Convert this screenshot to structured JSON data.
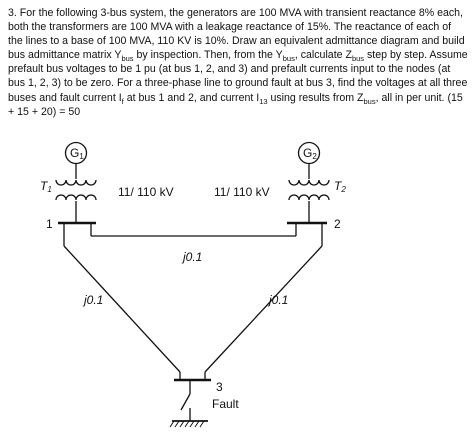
{
  "problem": {
    "number": "3.",
    "p1": " For the following 3-bus system, the generators are 100 MVA with transient reactance 8% each, both the transformers are 100 MVA with a leakage reactance of 15%. The reactance of each of the lines to a base of 100 MVA, 110 KV is 10%. Draw an equivalent admittance diagram and build bus admittance matrix Y",
    "sub_bus": "bus",
    "p2": " by inspection. Then, from the Y",
    "p3": ", calculate Z",
    "p4": " step by step. Assume prefault bus voltages to be 1 pu (at bus 1, 2, and 3) and prefault currents input to the nodes (at bus 1, 2, 3) to be zero. For a three-phase line to ground fault at bus 3, find the voltages at all three buses and fault current I",
    "sub_f": "f",
    "p5": " at bus 1 and 2, and current I",
    "sub_13": "13",
    "p6": " using results from Z",
    "p7": ", all in per unit. (15 + 15 + 20) = 50"
  },
  "diagram": {
    "gen1": "G",
    "gen1_sub": "1",
    "gen2": "G",
    "gen2_sub": "2",
    "t1": "T",
    "t1_sub": "1",
    "t2": "T",
    "t2_sub": "2",
    "t1_rating": "11/ 110 kV",
    "t2_rating": "11/ 110 kV",
    "bus1": "1",
    "bus2": "2",
    "bus3": "3",
    "line12": "j0.1",
    "line13": "j0.1",
    "line23": "j0.1",
    "fault": "Fault"
  }
}
